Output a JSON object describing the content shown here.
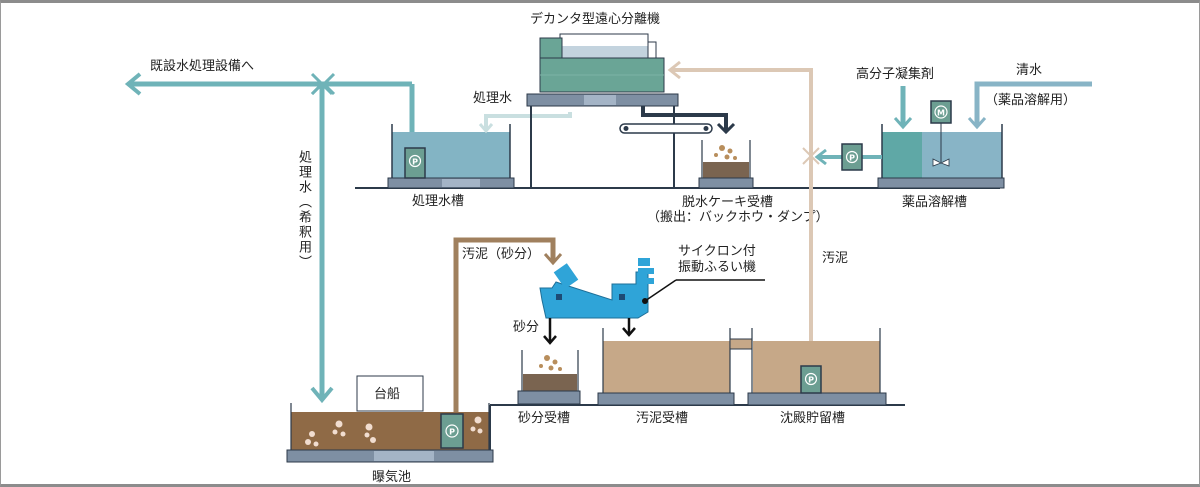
{
  "title": "デカンタ型遠心分離機 処理フロー",
  "labels": {
    "decanter": "デカンタ型遠心分離機",
    "to_existing": "既設水処理設備へ",
    "treated_water": "処理水",
    "treated_water_dilution": "処理水（希釈用）",
    "treated_water_tank": "処理水槽",
    "cake_tank": "脱水ケーキ受槽",
    "cake_tank_note": "（搬出：バックホウ・ダンプ）",
    "flocculant": "高分子凝集剤",
    "clean_water": "清水",
    "clean_water_note": "（薬品溶解用）",
    "chemical_tank": "薬品溶解槽",
    "sludge": "汚泥",
    "sludge_sand": "汚泥（砂分）",
    "cyclone_line1": "サイクロン付",
    "cyclone_line2": "振動ふるい機",
    "sand": "砂分",
    "sand_tank": "砂分受槽",
    "sludge_tank": "汚泥受槽",
    "settling_tank": "沈殿貯留槽",
    "barge": "台船",
    "aeration_pond": "曝気池"
  },
  "icons": {
    "pump": "P",
    "motor": "M"
  },
  "colors": {
    "water": "#6fb3b8",
    "water_light": "#c9dfe0",
    "sludge_line": "#a0805e",
    "sludge_line_light": "#dcc8b5",
    "decanter": "#6aa596",
    "cyclone": "#2fa4d8",
    "base": "#7e8fa3",
    "dark": "#2c3a4a"
  }
}
